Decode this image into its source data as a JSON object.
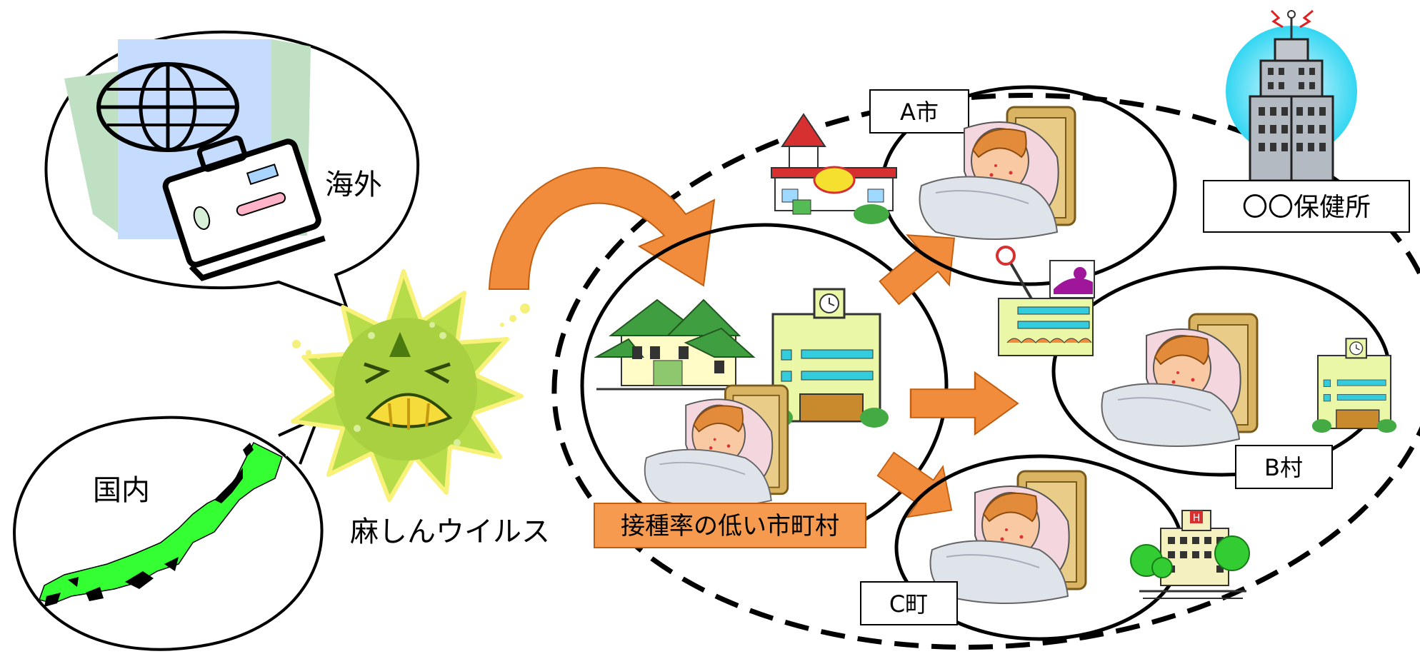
{
  "labels": {
    "overseas": "海外",
    "domestic": "国内",
    "virus": "麻しんウイルス",
    "low_rate": "接種率の低い市町村",
    "city_a": "A市",
    "village_b": "B村",
    "town_c": "C町",
    "health_center": "〇〇保健所"
  },
  "colors": {
    "arrow_orange": "#f08c3c",
    "label_orange": "#f59a4e",
    "virus_green": "#b6dc4a",
    "japan_green": "#33ff33"
  }
}
